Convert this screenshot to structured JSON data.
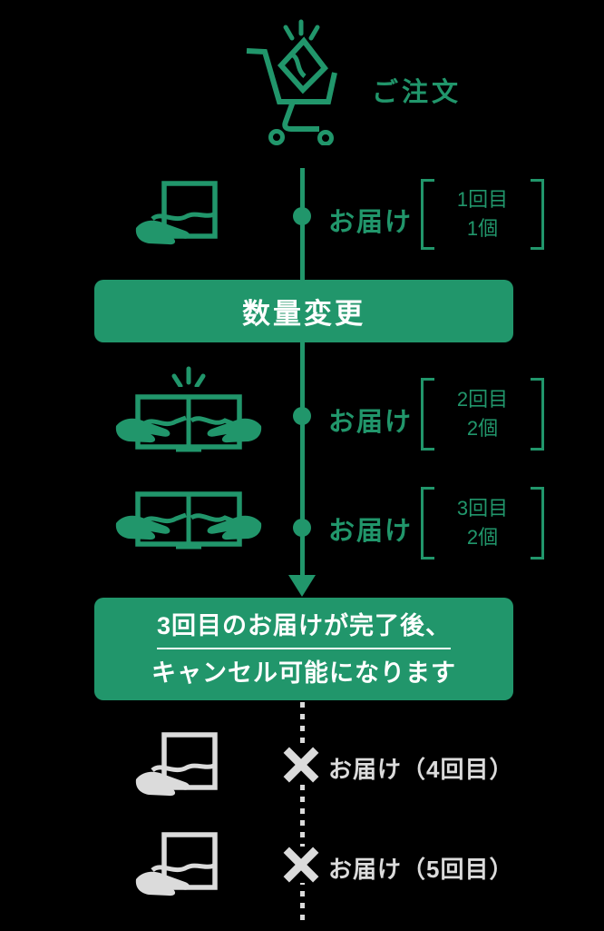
{
  "colors": {
    "green": "#21966B",
    "gray": "#DBDBDB",
    "white": "#FFFFFF",
    "background": "#000000"
  },
  "order": {
    "label": "ご注文"
  },
  "deliveries": [
    {
      "label": "お届け",
      "round": "1回目",
      "qty": "1個"
    },
    {
      "label": "お届け",
      "round": "2回目",
      "qty": "2個"
    },
    {
      "label": "お届け",
      "round": "3回目",
      "qty": "2個"
    }
  ],
  "quantity_change_banner": {
    "label": "数量変更"
  },
  "cancel_banner": {
    "line1": "3回目のお届けが完了後、",
    "line2": "キャンセル可能になります"
  },
  "cancelled": [
    {
      "label": "お届け（4回目）"
    },
    {
      "label": "お届け（5回目）"
    }
  ]
}
